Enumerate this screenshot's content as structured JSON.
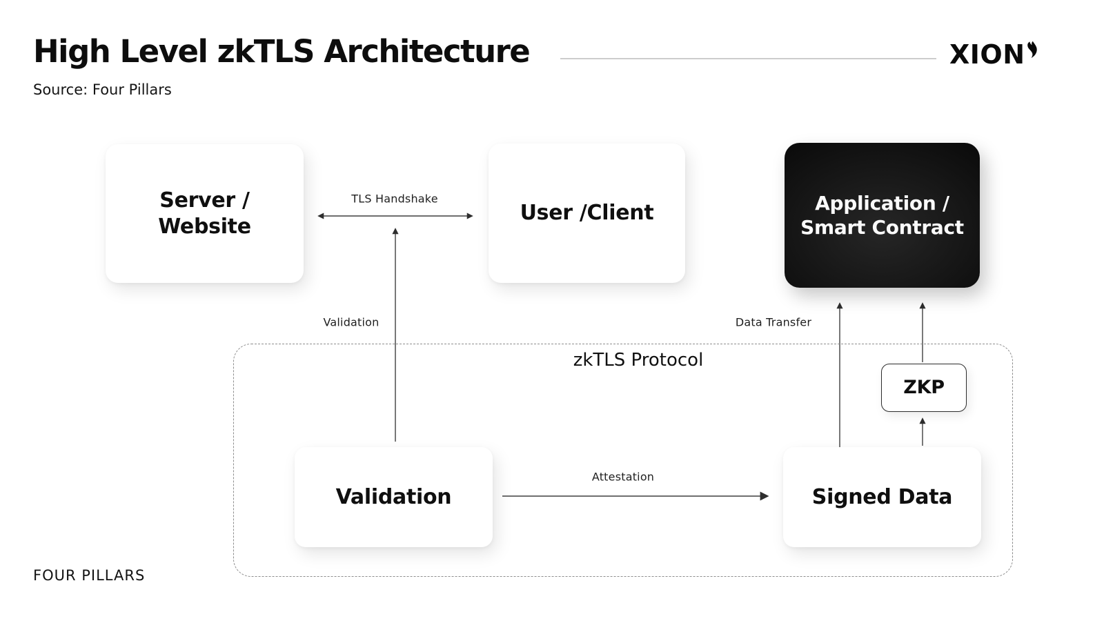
{
  "header": {
    "title": "High Level zkTLS Architecture",
    "source": "Source: Four Pillars",
    "logo_text": "XION"
  },
  "nodes": {
    "server": {
      "label": "Server /\nWebsite"
    },
    "user": {
      "label": "User /Client"
    },
    "application": {
      "label": "Application /\nSmart Contract"
    },
    "validation": {
      "label": "Validation"
    },
    "signed_data": {
      "label": "Signed Data"
    },
    "zkp": {
      "label": "ZKP"
    }
  },
  "container": {
    "label": "zkTLS Protocol"
  },
  "edges": {
    "tls_handshake": "TLS Handshake",
    "validation": "Validation",
    "data_transfer": "Data Transfer",
    "attestation": "Attestation"
  },
  "footer": {
    "brand": "FOUR PILLARS"
  },
  "colors": {
    "background": "#ffffff",
    "dark_node_bg": "#0a0a0a",
    "dark_node_text": "#fafafa",
    "arrow": "#3f3f3f",
    "attestation_arrow": "#6e6e6e",
    "dashed_border": "#8d8d8d",
    "divider": "#cccccc",
    "text": "#111111"
  }
}
